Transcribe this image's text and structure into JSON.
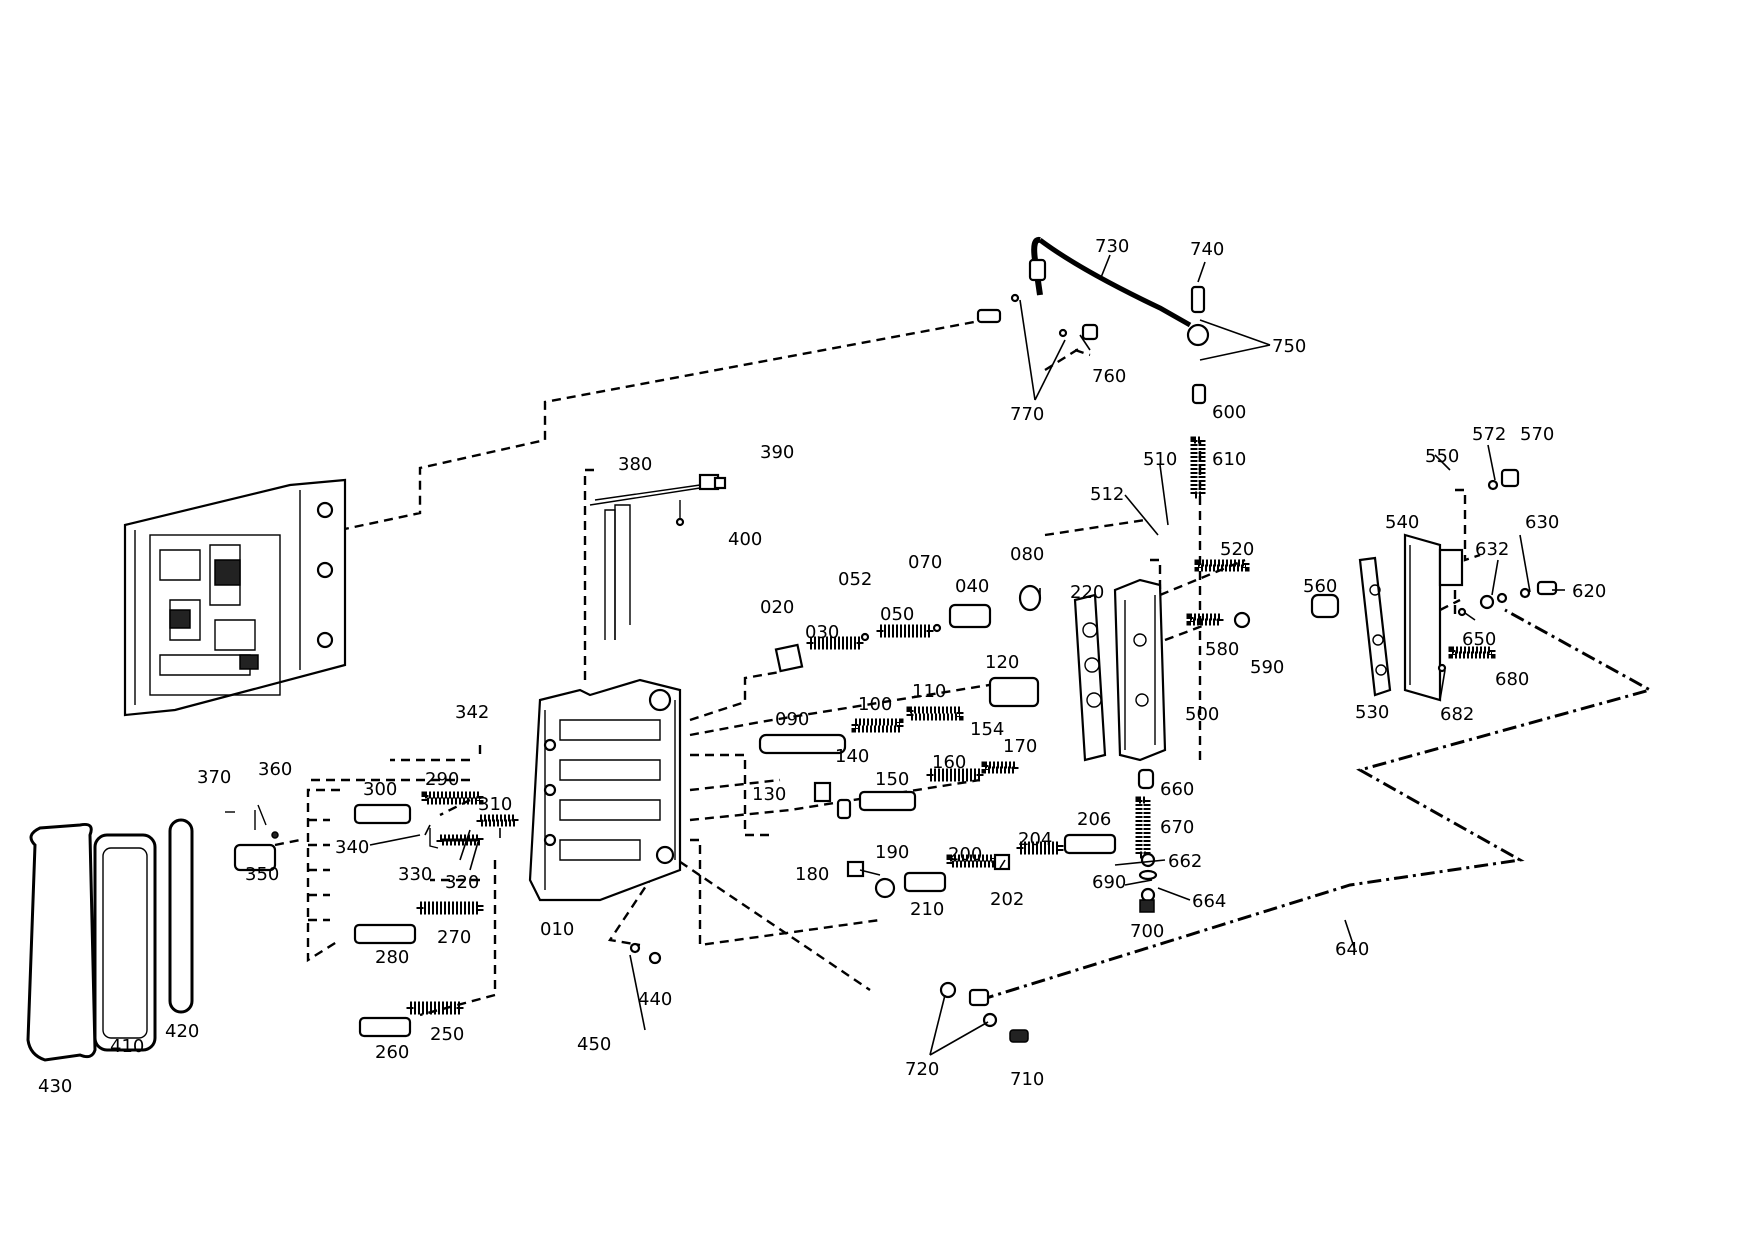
{
  "labels": {
    "p010": "010",
    "p020": "020",
    "p030": "030",
    "p040": "040",
    "p050": "050",
    "p052": "052",
    "p070": "070",
    "p080": "080",
    "p090": "090",
    "p100": "100",
    "p110": "110",
    "p120": "120",
    "p130": "130",
    "p140": "140",
    "p150": "150",
    "p154": "154",
    "p160": "160",
    "p170": "170",
    "p180": "180",
    "p190": "190",
    "p200": "200",
    "p202": "202",
    "p204": "204",
    "p206": "206",
    "p210": "210",
    "p220": "220",
    "p250": "250",
    "p260": "260",
    "p270": "270",
    "p280": "280",
    "p290": "290",
    "p300": "300",
    "p310": "310",
    "p320": "320",
    "p330": "330",
    "p340": "340",
    "p342": "342",
    "p350": "350",
    "p360": "360",
    "p370": "370",
    "p380": "380",
    "p390": "390",
    "p400": "400",
    "p410": "410",
    "p420": "420",
    "p430": "430",
    "p440": "440",
    "p450": "450",
    "p500": "500",
    "p510": "510",
    "p512": "512",
    "p520": "520",
    "p530": "530",
    "p540": "540",
    "p550": "550",
    "p560": "560",
    "p570": "570",
    "p572": "572",
    "p580": "580",
    "p590": "590",
    "p600": "600",
    "p610": "610",
    "p620": "620",
    "p630": "630",
    "p632": "632",
    "p640": "640",
    "p650": "650",
    "p660": "660",
    "p662": "662",
    "p664": "664",
    "p670": "670",
    "p680": "680",
    "p682": "682",
    "p690": "690",
    "p700": "700",
    "p710": "710",
    "p720": "720",
    "p730": "730",
    "p740": "740",
    "p750": "750",
    "p760": "760",
    "p770": "770"
  }
}
